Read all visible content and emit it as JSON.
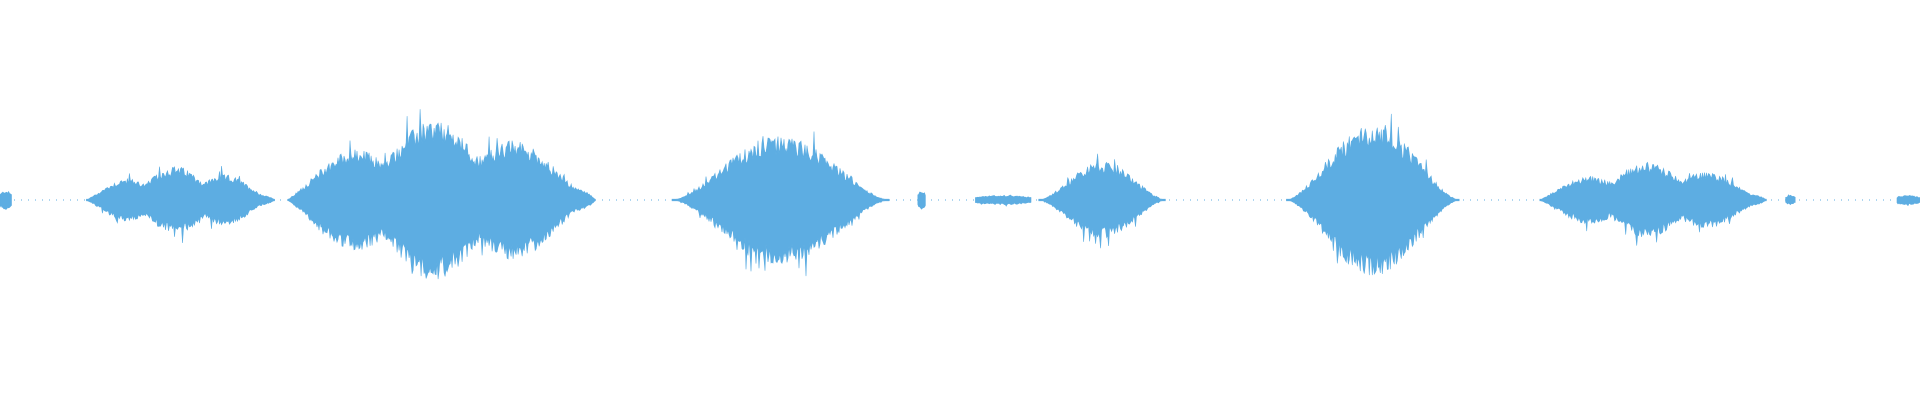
{
  "waveform": {
    "color": "#5dade2",
    "background": "#ffffff",
    "bursts": [
      {
        "start": 0.0,
        "end": 0.006,
        "peak": 0.06,
        "profile": "flat"
      },
      {
        "start": 0.045,
        "end": 0.143,
        "peak": 0.17,
        "profile": "multi"
      },
      {
        "start": 0.15,
        "end": 0.31,
        "peak": 0.4,
        "profile": "multi"
      },
      {
        "start": 0.35,
        "end": 0.463,
        "peak": 0.32,
        "profile": "bell"
      },
      {
        "start": 0.478,
        "end": 0.482,
        "peak": 0.06,
        "profile": "flat"
      },
      {
        "start": 0.508,
        "end": 0.537,
        "peak": 0.03,
        "profile": "flat"
      },
      {
        "start": 0.541,
        "end": 0.607,
        "peak": 0.19,
        "profile": "bell"
      },
      {
        "start": 0.67,
        "end": 0.76,
        "peak": 0.38,
        "profile": "bell"
      },
      {
        "start": 0.802,
        "end": 0.92,
        "peak": 0.19,
        "profile": "multi"
      },
      {
        "start": 0.93,
        "end": 0.935,
        "peak": 0.03,
        "profile": "flat"
      },
      {
        "start": 0.988,
        "end": 1.0,
        "peak": 0.03,
        "profile": "flat"
      }
    ]
  }
}
